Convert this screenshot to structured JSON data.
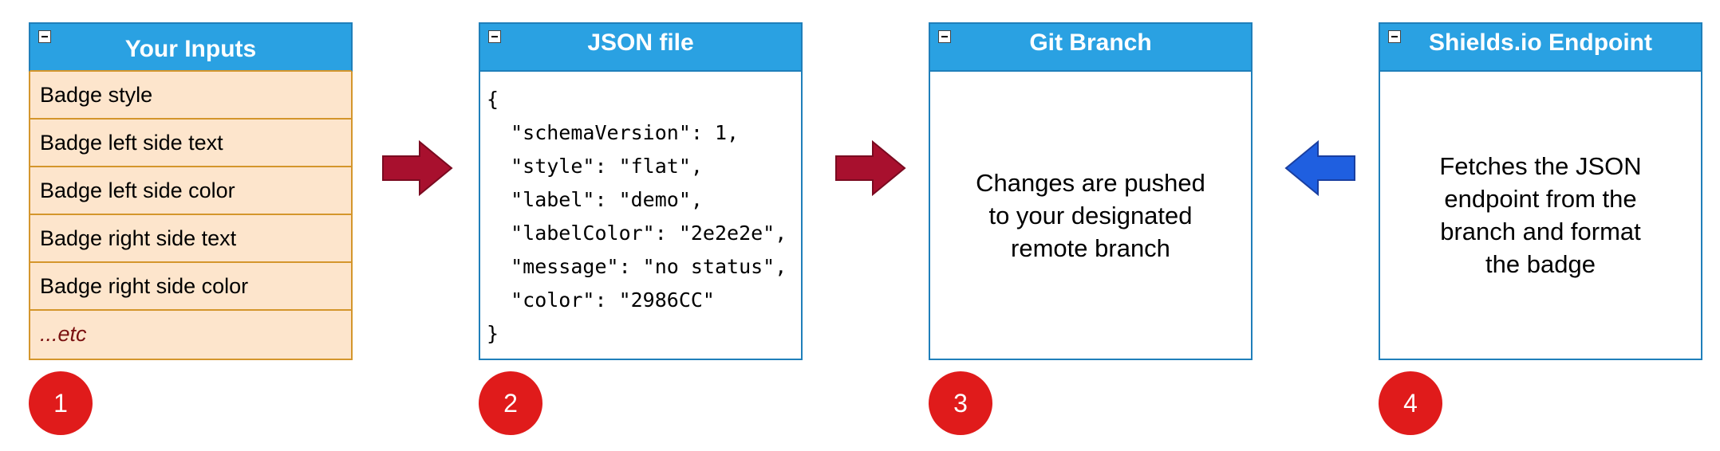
{
  "panels": {
    "inputs": {
      "title": "Your Inputs",
      "rows": [
        "Badge style",
        "Badge left side text",
        "Badge left side color",
        "Badge right side text",
        "Badge right side color",
        "...etc"
      ]
    },
    "json": {
      "title": "JSON file",
      "lines": [
        "{",
        "  \"schemaVersion\": 1,",
        "  \"style\": \"flat\",",
        "  \"label\": \"demo\",",
        "  \"labelColor\": \"2e2e2e\",",
        "  \"message\": \"no status\",",
        "  \"color\": \"2986CC\"",
        "}"
      ]
    },
    "git": {
      "title": "Git Branch",
      "lines": [
        "Changes are pushed",
        "to your designated",
        "remote branch"
      ]
    },
    "shields": {
      "title": "Shields.io Endpoint",
      "lines": [
        "Fetches the JSON",
        "endpoint from the",
        "branch and format",
        "the badge"
      ]
    }
  },
  "steps": [
    "1",
    "2",
    "3",
    "4"
  ],
  "colors": {
    "header_blue": "#2aa1e2",
    "border_blue": "#1f7fba",
    "input_fill": "#fde5cc",
    "input_border": "#d4962c",
    "arrow_red": "#a8102e",
    "arrow_blue": "#1f5fe0",
    "step_red": "#e01b1b",
    "etc_text": "#7a1111"
  },
  "icons": {
    "collapse": "collapse-icon",
    "arrow_right": "arrow-right-icon",
    "arrow_left": "arrow-left-icon"
  }
}
